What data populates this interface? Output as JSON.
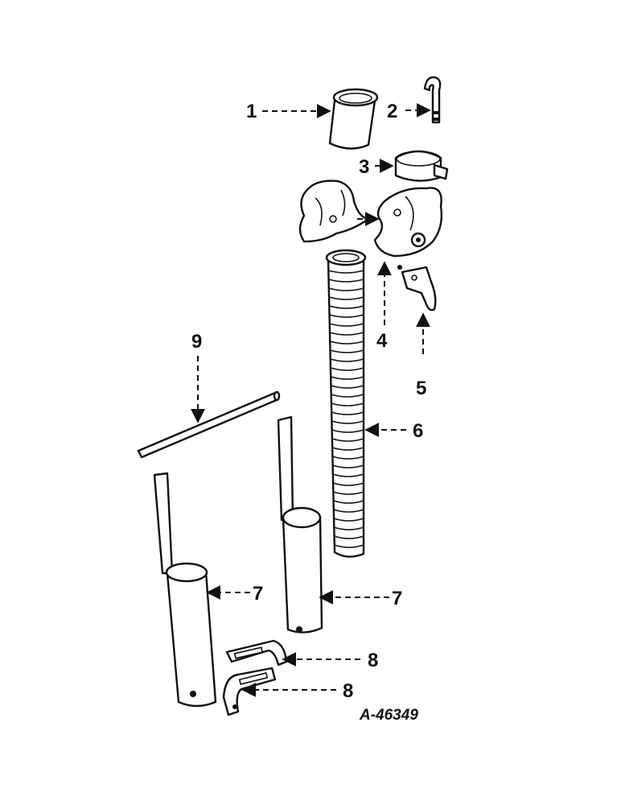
{
  "callouts": [
    {
      "number": "1"
    },
    {
      "number": "2"
    },
    {
      "number": "3"
    },
    {
      "number": "4"
    },
    {
      "number": "5"
    },
    {
      "number": "6"
    },
    {
      "number": "7"
    },
    {
      "number": "7"
    },
    {
      "number": "8"
    },
    {
      "number": "8"
    },
    {
      "number": "9"
    }
  ],
  "drawing_number": "A-46349"
}
